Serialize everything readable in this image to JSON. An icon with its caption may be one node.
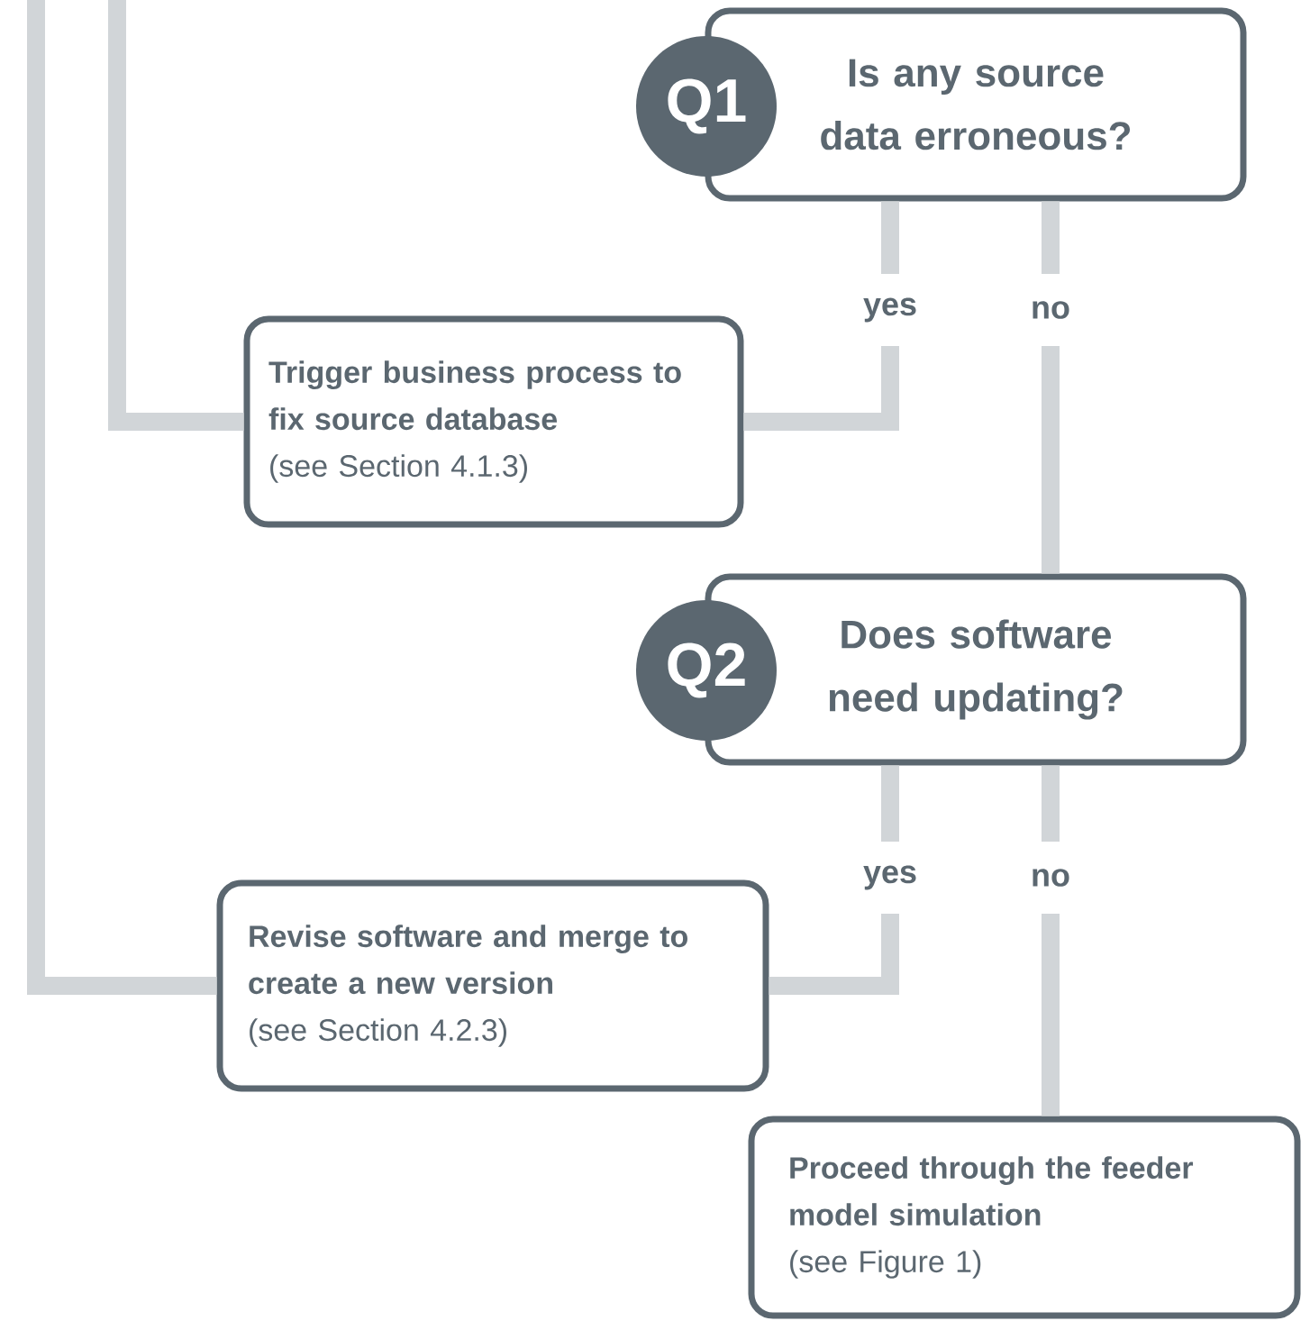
{
  "diagram": {
    "nodes": [
      {
        "text": [
          "Q1"
        ]
      },
      {
        "text": [
          "Is any source data erroneous?"
        ]
      },
      {
        "text": [
          "Trigger business process to fix source database",
          "(see Section 4.1.3)"
        ]
      },
      {
        "text": [
          "Q2"
        ]
      },
      {
        "text": [
          "Does software need updating?"
        ]
      },
      {
        "text": [
          "Revise software and merge to create a new version",
          "(see Section 4.2.3)"
        ]
      },
      {
        "text": [
          "Proceed through the feeder model simulation",
          "(see Figure 1)"
        ]
      }
    ],
    "edges": [
      {
        "from": 1,
        "to": 2,
        "arrow": "none",
        "label": "yes"
      },
      {
        "from": 1,
        "to": 4,
        "arrow": "none",
        "label": "no"
      },
      {
        "from": 2,
        "to": null,
        "arrow": "none"
      },
      {
        "from": 4,
        "to": 5,
        "arrow": "none",
        "label": "yes"
      },
      {
        "from": 4,
        "to": 6,
        "arrow": "none",
        "label": "no"
      },
      {
        "from": 5,
        "to": null,
        "arrow": "none"
      }
    ]
  }
}
